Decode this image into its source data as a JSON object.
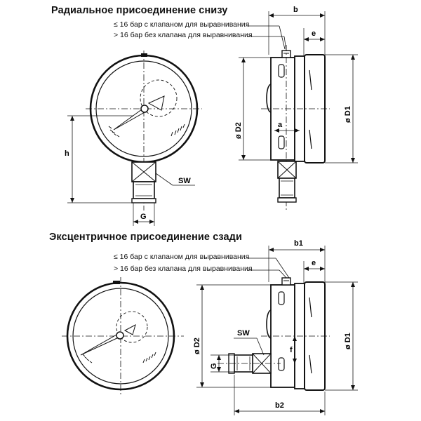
{
  "section_radial": {
    "title": "Радиальное присоединение снизу",
    "note_1": "≤ 16 бар с клапаном для выравнивания",
    "note_2": "> 16 бар без клапана для выравнивания",
    "labels": {
      "b": "b",
      "e": "e",
      "D1": "ø D1",
      "D2": "ø D2",
      "a": "a",
      "h": "h",
      "SW": "SW",
      "G": "G"
    }
  },
  "section_eccentric": {
    "title": "Эксцентричное присоединение сзади",
    "note_1": "≤ 16 бар с клапаном для выравнивания",
    "note_2": "> 16 бар без клапана для выравнивания",
    "labels": {
      "b1": "b1",
      "e": "e",
      "D1": "ø D1",
      "D2": "ø D2",
      "f": "f",
      "SW": "SW",
      "G": "G",
      "b2": "b2"
    }
  }
}
